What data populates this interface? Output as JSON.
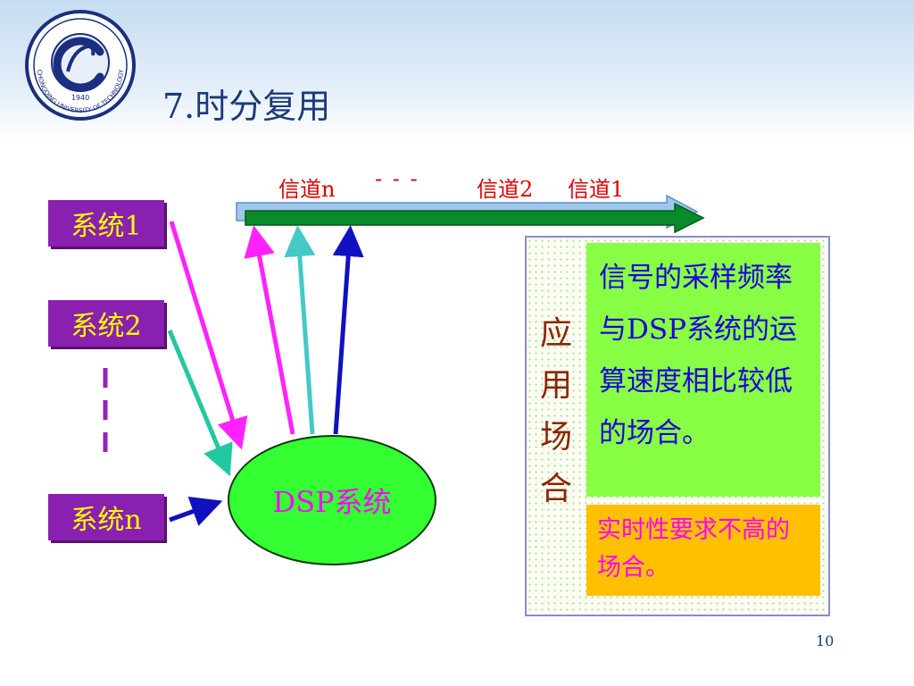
{
  "slide": {
    "title": "7.时分复用",
    "page_number": "10"
  },
  "logo": {
    "text": "CHONGQING UNIVERSITY OF TECHNOLOGY",
    "year": "1940"
  },
  "channels": {
    "n": "信道n",
    "dashes": "- - -",
    "two": "信道2",
    "one": "信道1"
  },
  "systems": [
    {
      "label": "系统1",
      "color": "#ff22ff"
    },
    {
      "label": "系统2",
      "color": "#22c8a0"
    },
    {
      "label": "系统n",
      "color": "#1010c0"
    }
  ],
  "dsp": {
    "label": "DSP系统",
    "output_colors": [
      "#ff22ff",
      "#44c8c8",
      "#1010c0"
    ]
  },
  "application": {
    "heading_chars": [
      "应",
      "用",
      "场",
      "合"
    ],
    "case_low_rate": "信号的采样频率与DSP系统的运算速度相比较低的场合。",
    "case_low_realtime": "实时性要求不高的场合。"
  },
  "colors": {
    "system_box": "#8a20b0",
    "system_text": "#ffff00",
    "dsp_fill": "#33ff33",
    "timeline_arrow": "#0a8a2a",
    "channel_text": "#e00000"
  }
}
